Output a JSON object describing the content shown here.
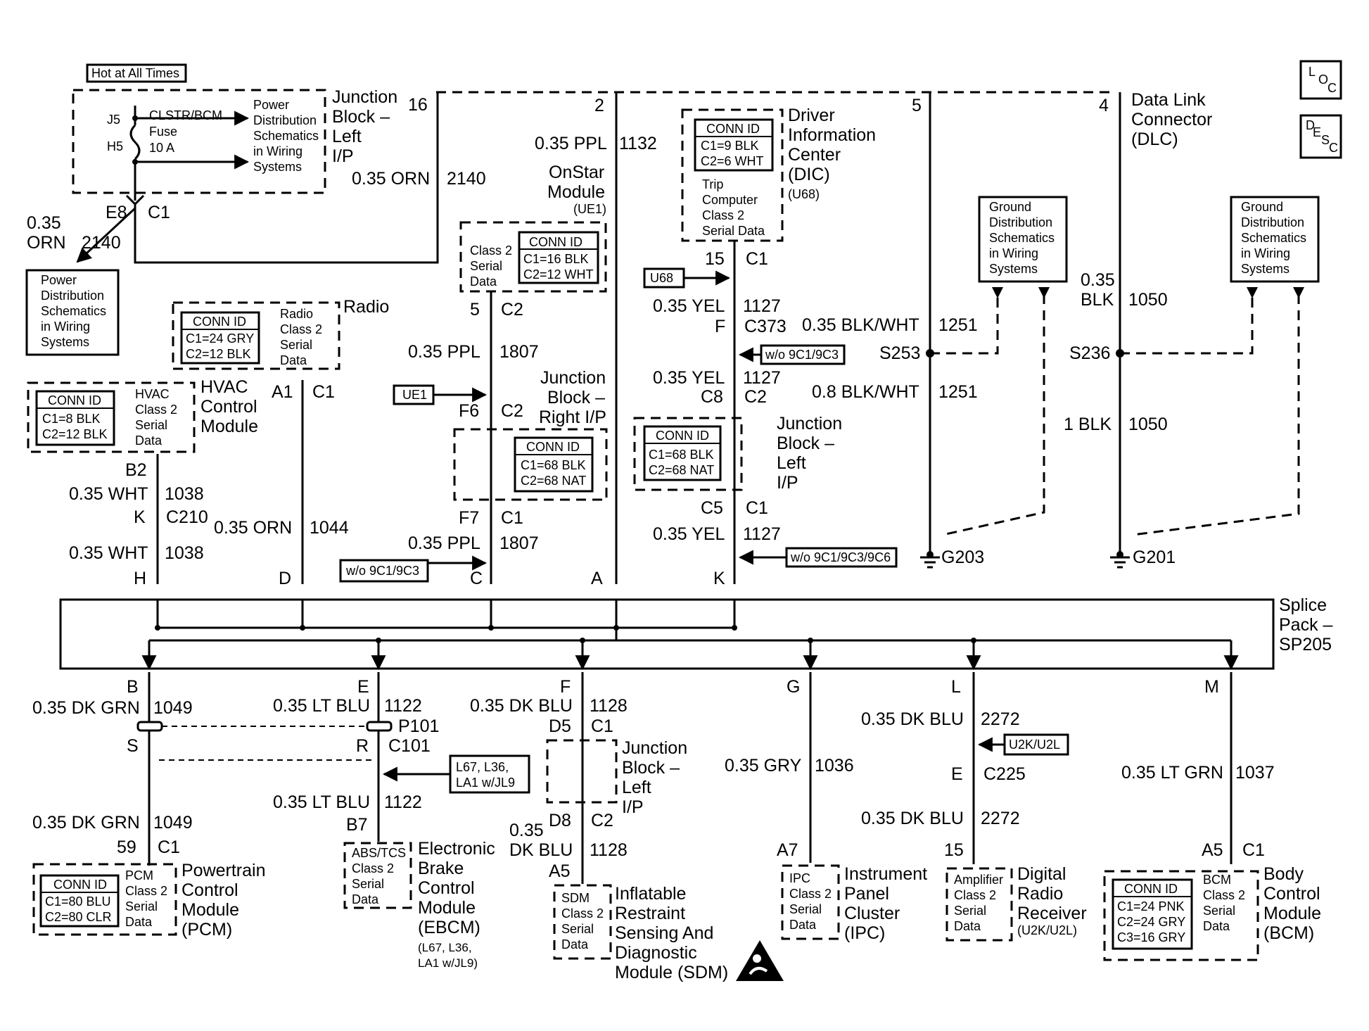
{
  "corner_icons": {
    "loc": "LOC",
    "desc": "DESC"
  },
  "hot_at_all_times": "Hot at All Times",
  "fuse": {
    "j5": "J5",
    "h5": "H5",
    "name": [
      "CLSTR/BCM",
      "Fuse",
      "10 A"
    ],
    "power_dist": [
      "Power",
      "Distribution",
      "Schematics",
      "in Wiring",
      "Systems"
    ]
  },
  "jb_left_top": {
    "title": [
      "Junction",
      "Block –",
      "Left",
      "I/P"
    ],
    "pin": "16",
    "wire": "0.35 ORN",
    "circuit": "2140"
  },
  "e8": {
    "pin": "E8",
    "conn": "C1",
    "wire1": "0.35",
    "wire2": "ORN",
    "circuit": "2140"
  },
  "power_dist_left": [
    "Power",
    "Distribution",
    "Schematics",
    "in Wiring",
    "Systems"
  ],
  "onstar": {
    "pin": "2",
    "wire": "0.35 PPL",
    "circuit": "1132",
    "title": [
      "OnStar",
      "Module"
    ],
    "option": "(UE1)",
    "serial": [
      "Class 2",
      "Serial",
      "Data"
    ],
    "conn_id": "CONN ID",
    "conn": [
      "C1=16 BLK",
      "C2=12 WHT"
    ]
  },
  "dic": {
    "title": [
      "Driver",
      "Information",
      "Center",
      "(DIC)"
    ],
    "option": "(U68)",
    "conn_id": "CONN ID",
    "conn": [
      "C1=9 BLK",
      "C2=6 WHT"
    ],
    "serial": [
      "Trip",
      "Computer",
      "Class 2",
      "Serial Data"
    ]
  },
  "dlc": {
    "pin": "4",
    "title": [
      "Data Link",
      "Connector",
      "(DLC)"
    ]
  },
  "pin5": "5",
  "radio": {
    "title": "Radio",
    "conn_id": "CONN ID",
    "conn": [
      "C1=24 GRY",
      "C2=12 BLK"
    ],
    "serial": [
      "Radio",
      "Class 2",
      "Serial",
      "Data"
    ],
    "pin": "A1",
    "c": "C1",
    "wire": "0.35 ORN",
    "circuit": "1044",
    "bottom_pin": "D"
  },
  "hvac": {
    "title": [
      "HVAC",
      "Control",
      "Module"
    ],
    "conn_id": "CONN ID",
    "conn": [
      "C1=8 BLK",
      "C2=12 BLK"
    ],
    "serial": [
      "HVAC",
      "Class 2",
      "Serial",
      "Data"
    ],
    "b2": "B2",
    "wire": "0.35 WHT",
    "circuit": "1038",
    "k": "K",
    "c210": "C210",
    "h": "H"
  },
  "jb_right": {
    "pin5": "5",
    "c2": "C2",
    "wire": "0.35 PPL",
    "circuit": "1807",
    "title": [
      "Junction",
      "Block –",
      "Right I/P"
    ],
    "ue1": "UE1",
    "f6": "F6",
    "conn_id": "CONN ID",
    "conn": [
      "C1=68 BLK",
      "C2=68 NAT"
    ],
    "f7": "F7",
    "c1": "C1",
    "opt": "w/o 9C1/9C3",
    "c": "C"
  },
  "dic_path": {
    "pin15": "15",
    "c1": "C1",
    "u68": "U68",
    "wire": "0.35 YEL",
    "circuit": "1127",
    "f": "F",
    "c373": "C373",
    "opt1": "w/o 9C1/9C3",
    "c8": "C8",
    "c2": "C2",
    "c5": "C5",
    "opt2": "w/o 9C1/9C3/9C6",
    "k": "K"
  },
  "jb_left_mid": {
    "title": [
      "Junction",
      "Block –",
      "Left",
      "I/P"
    ],
    "conn_id": "CONN ID",
    "conn": [
      "C1=68 BLK",
      "C2=68 NAT"
    ]
  },
  "pin_a": "A",
  "ground_left": {
    "wire_a": "0.35 BLK/WHT",
    "circuit_a": "1251",
    "splice": "S253",
    "wire_b": "0.8 BLK/WHT",
    "circuit_b": "1251",
    "ground": "G203",
    "gd": [
      "Ground",
      "Distribution",
      "Schematics",
      "in Wiring",
      "Systems"
    ]
  },
  "ground_right": {
    "wire_a1": "0.35",
    "wire_a2": "BLK",
    "circuit_a": "1050",
    "splice": "S236",
    "wire_b": "1 BLK",
    "circuit_b": "1050",
    "ground": "G201",
    "gd": [
      "Ground",
      "Distribution",
      "Schematics",
      "in Wiring",
      "Systems"
    ]
  },
  "splice_pack": [
    "Splice",
    "Pack –",
    "SP205"
  ],
  "pcm": {
    "b": "B",
    "wire": "0.35 DK GRN",
    "circuit": "1049",
    "s": "S",
    "pin": "59",
    "c1": "C1",
    "conn_id": "CONN ID",
    "conn": [
      "C1=80 BLU",
      "C2=80 CLR"
    ],
    "serial": [
      "PCM",
      "Class 2",
      "Serial",
      "Data"
    ],
    "title": [
      "Powertrain",
      "Control",
      "Module",
      "(PCM)"
    ]
  },
  "ebcm": {
    "e": "E",
    "wire": "0.35 LT BLU",
    "circuit": "1122",
    "p101": "P101",
    "r": "R",
    "c101": "C101",
    "opt": [
      "L67, L36,",
      "LA1 w/JL9"
    ],
    "b7": "B7",
    "serial": [
      "ABS/TCS",
      "Class 2",
      "Serial",
      "Data"
    ],
    "title": [
      "Electronic",
      "Brake",
      "Control",
      "Module",
      "(EBCM)"
    ],
    "option": [
      "(L67, L36,",
      "LA1 w/JL9)"
    ]
  },
  "sdm": {
    "f": "F",
    "wire": "0.35 DK BLU",
    "circuit": "1128",
    "d5": "D5",
    "c1": "C1",
    "jb": [
      "Junction",
      "Block –",
      "Left",
      "I/P"
    ],
    "d8": "D8",
    "c2": "C2",
    "wire2a": "0.35",
    "wire2b": "DK BLU",
    "a5": "A5",
    "serial": [
      "SDM",
      "Class 2",
      "Serial",
      "Data"
    ],
    "title": [
      "Inflatable",
      "Restraint",
      "Sensing And",
      "Diagnostic",
      "Module (SDM)"
    ]
  },
  "ipc": {
    "g": "G",
    "wire": "0.35 GRY",
    "circuit": "1036",
    "a7": "A7",
    "serial": [
      "IPC",
      "Class 2",
      "Serial",
      "Data"
    ],
    "title": [
      "Instrument",
      "Panel",
      "Cluster",
      "(IPC)"
    ]
  },
  "ddr": {
    "l": "L",
    "wire": "0.35 DK BLU",
    "circuit": "2272",
    "opt": "U2K/U2L",
    "e": "E",
    "c225": "C225",
    "pin": "15",
    "serial": [
      "Amplifier",
      "Class 2",
      "Serial",
      "Data"
    ],
    "title": [
      "Digital",
      "Radio",
      "Receiver"
    ],
    "option": "(U2K/U2L)"
  },
  "bcm": {
    "m": "M",
    "wire": "0.35 LT GRN",
    "circuit": "1037",
    "a5": "A5",
    "c1": "C1",
    "conn_id": "CONN ID",
    "conn": [
      "C1=24 PNK",
      "C2=24 GRY",
      "C3=16 GRY"
    ],
    "serial": [
      "BCM",
      "Class 2",
      "Serial",
      "Data"
    ],
    "title": [
      "Body",
      "Control",
      "Module",
      "(BCM)"
    ]
  }
}
